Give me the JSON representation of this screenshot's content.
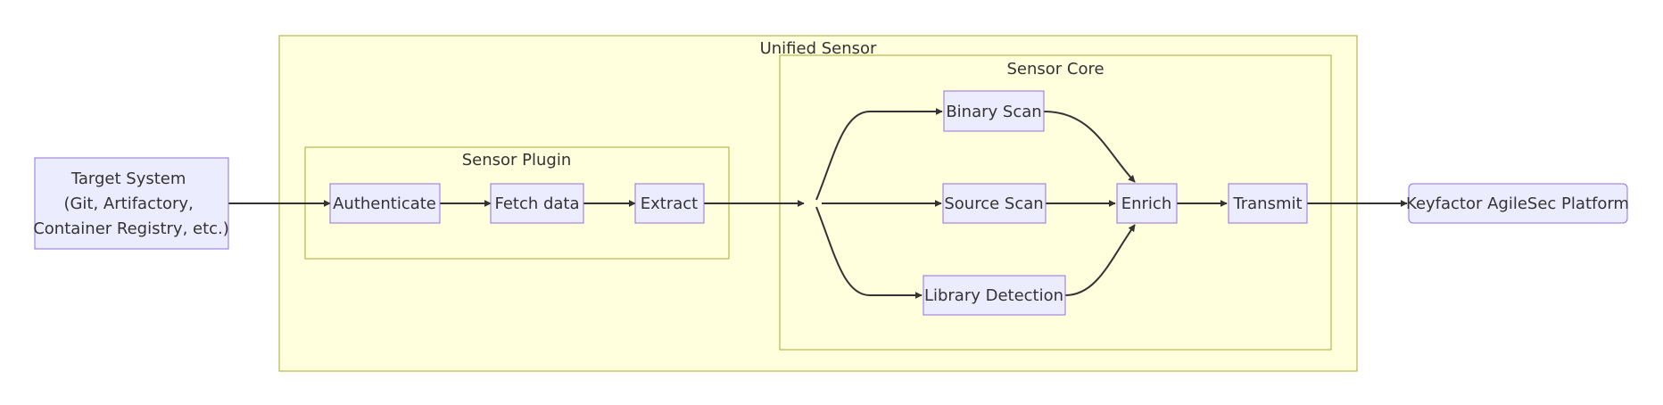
{
  "colors": {
    "cluster_fill": "#ffffde",
    "cluster_stroke": "#aaaa33",
    "node_fill": "#ececff",
    "node_stroke": "#9370db",
    "edge": "#333333",
    "text": "#333333"
  },
  "clusters": {
    "unified_sensor": "Unified Sensor",
    "sensor_plugin": "Sensor Plugin",
    "sensor_core": "Sensor Core"
  },
  "nodes": {
    "target_system": [
      "Target System",
      "(Git, Artifactory,",
      "Container Registry, etc.)"
    ],
    "authenticate": "Authenticate",
    "fetch_data": "Fetch data",
    "extract": "Extract",
    "binary_scan": "Binary Scan",
    "source_scan": "Source Scan",
    "library_detection": "Library Detection",
    "enrich": "Enrich",
    "transmit": "Transmit",
    "platform": "Keyfactor AgileSec Platform"
  }
}
